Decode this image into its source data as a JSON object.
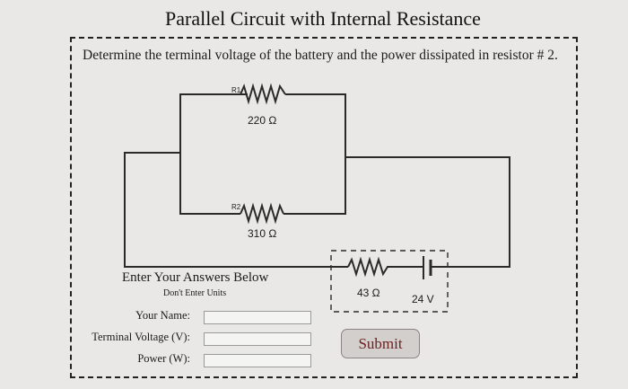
{
  "page": {
    "title": "Parallel Circuit with Internal Resistance",
    "question": "Determine the terminal voltage of the battery and the power dissipated in resistor # 2."
  },
  "circuit": {
    "r1_label": "R1",
    "r1_value": "220 Ω",
    "r2_label": "R2",
    "r2_value": "310 Ω",
    "internal_resistance": "43 Ω",
    "battery_voltage": "24 V"
  },
  "answers": {
    "heading": "Enter Your Answers Below",
    "note": "Don't Enter Units",
    "fields": [
      {
        "label": "Your Name:",
        "value": ""
      },
      {
        "label": "Terminal Voltage (V):",
        "value": ""
      },
      {
        "label": "Power (W):",
        "value": ""
      }
    ],
    "submit_label": "Submit"
  },
  "colors": {
    "background": "#e9e8e6",
    "submit_text": "#6b1f1f",
    "submit_bg": "#d3cfcc"
  }
}
